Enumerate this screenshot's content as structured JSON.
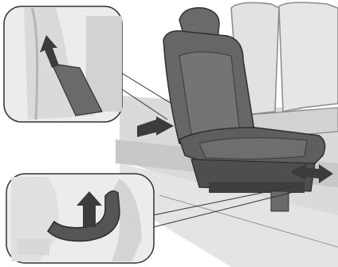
{
  "illustration": {
    "subject": "seat-slide-adjustment",
    "insets": [
      {
        "id": "top-left-inset",
        "shows": "release-lever-pull-up",
        "icon": "arrow-up-icon"
      },
      {
        "id": "bottom-left-inset",
        "shows": "front-handle-lift",
        "icon": "arrow-up-icon"
      }
    ],
    "motion_arrows": [
      "arrow-slide-forward-icon",
      "arrow-slide-fore-aft-icon"
    ]
  },
  "colors": {
    "seat_dark": "#5c5c5c",
    "seat_mid": "#7a7a7a",
    "seat_light_back": "#d9d9d9",
    "floor": "#cfcfcf",
    "inset_bg": "#ececec",
    "arrow": "#3c3c3c"
  }
}
